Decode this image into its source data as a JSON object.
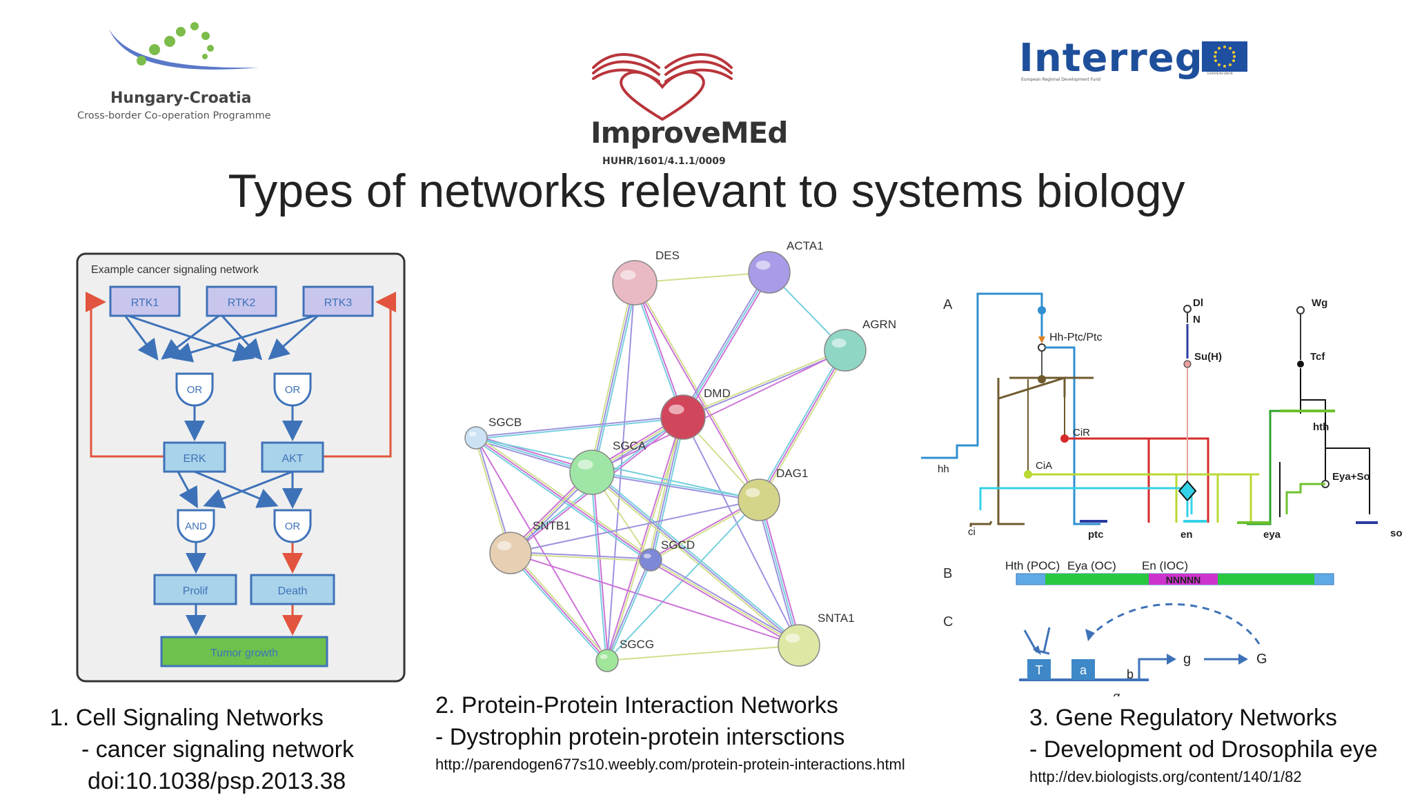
{
  "header": {
    "hungary_croatia": {
      "name": "Hungary-Croatia",
      "subtitle": "Cross-border Co-operation Programme"
    },
    "improvemed": {
      "name": "ImproveMEd",
      "code": "HUHR/1601/4.1.1/0009"
    },
    "interreg": {
      "name": "Interreg",
      "subtitle": "European Regional Development Fund",
      "eu_label": "EUROPEAN UNION"
    }
  },
  "title": "Types of networks relevant to systems biology",
  "panel1": {
    "title": "Example cancer signaling network",
    "nodes": {
      "rtk1": "RTK1",
      "rtk2": "RTK2",
      "rtk3": "RTK3",
      "or1": "OR",
      "or2": "OR",
      "erk": "ERK",
      "akt": "AKT",
      "and": "AND",
      "or3": "OR",
      "prolif": "Prolif",
      "death": "Death",
      "tumor": "Tumor growth"
    },
    "colors": {
      "node_fill": "#a9d3ea",
      "rtk_fill": "#c9c6ee",
      "tumor_fill": "#6fc14d",
      "arrow": "#3e72b8",
      "red": "#e2543e"
    }
  },
  "panel2": {
    "proteins": [
      "DES",
      "ACTA1",
      "AGRN",
      "DMD",
      "SGCB",
      "SGCA",
      "DAG1",
      "SNTB1",
      "SGCD",
      "SNTA1",
      "SGCG"
    ]
  },
  "panel3": {
    "section_labels": [
      "A",
      "B",
      "C"
    ],
    "genes": {
      "hh_ptc": "Hh-Ptc/Ptc",
      "dl": "Dl",
      "n": "N",
      "suh": "Su(H)",
      "wg": "Wg",
      "tcf": "Tcf",
      "cir": "CiR",
      "cia": "CiA",
      "hh": "hh",
      "hth": "hth",
      "eya_so": "Eya+So",
      "ci": "ci",
      "ptc": "ptc",
      "en": "en",
      "eya": "eya",
      "so": "so"
    },
    "sequence": {
      "hth": "Hth (POC)",
      "eya": "Eya (OC)",
      "en": "En (IOC)",
      "motif": "NNNNN"
    },
    "model": {
      "T": "T",
      "a": "a",
      "b": "b",
      "g_small": "g",
      "G": "G",
      "g_label": "g"
    }
  },
  "captions": {
    "c1": {
      "line1": "1.   Cell Signaling Networks",
      "line2": "- cancer signaling network",
      "line3": "doi:10.1038/psp.2013.38"
    },
    "c2": {
      "line1": "2. Protein-Protein Interaction Networks",
      "line2": "- Dystrophin protein-protein intersctions",
      "url": "http://parendogen677s10.weebly.com/protein-protein-interactions.html"
    },
    "c3": {
      "line1": "3. Gene Regulatory Networks",
      "line2": "- Development od Drosophila eye",
      "url": "http://dev.biologists.org/content/140/1/82"
    }
  }
}
